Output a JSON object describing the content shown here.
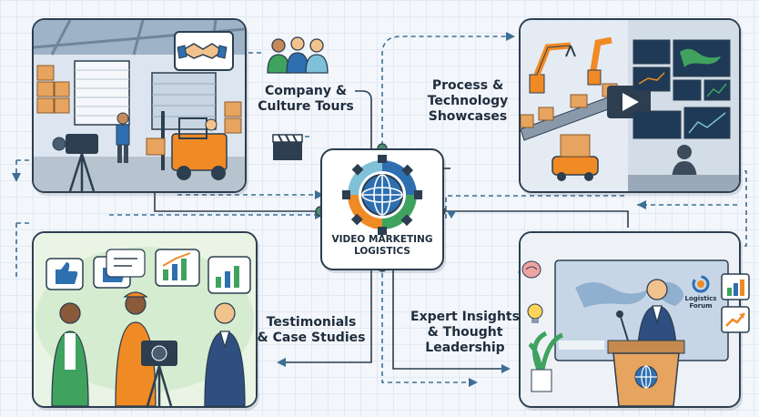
{
  "center": {
    "title_line1": "VIDEO MARKETING",
    "title_line2": "LOGISTICS",
    "icon": "globe-gear-icon"
  },
  "sections": {
    "company_culture": {
      "line1": "Company &",
      "line2": "Culture Tours",
      "icons": [
        "handshake-icon",
        "team-people-icon",
        "clapperboard-icon",
        "video-camera-icon",
        "forklift-icon"
      ]
    },
    "process_technology": {
      "line1": "Process &",
      "line2": "Technology",
      "line3": "Showcases",
      "icons": [
        "robot-arm-icon",
        "conveyor-icon",
        "play-button-icon",
        "world-map-icon",
        "agv-robot-icon"
      ]
    },
    "testimonials": {
      "line1": "Testimonials",
      "line2": "& Case Studies",
      "icons": [
        "thumbs-up-icon",
        "bar-chart-icon",
        "camera-icon"
      ]
    },
    "expert_insights": {
      "line1": "Expert Insights",
      "line2": "& Thought",
      "line3": "Leadership",
      "icons": [
        "brain-icon",
        "lightbulb-icon",
        "podium-icon",
        "plant-icon"
      ]
    }
  },
  "forum_badge": {
    "line1": "Logistics",
    "line2": "Forum"
  },
  "colors": {
    "outline": "#2c3e50",
    "dashed": "#3d6f95",
    "connector_node": "#4e8f6e",
    "accent_orange": "#f08a24",
    "accent_blue": "#2e6fb0",
    "accent_green": "#3fa35f"
  }
}
